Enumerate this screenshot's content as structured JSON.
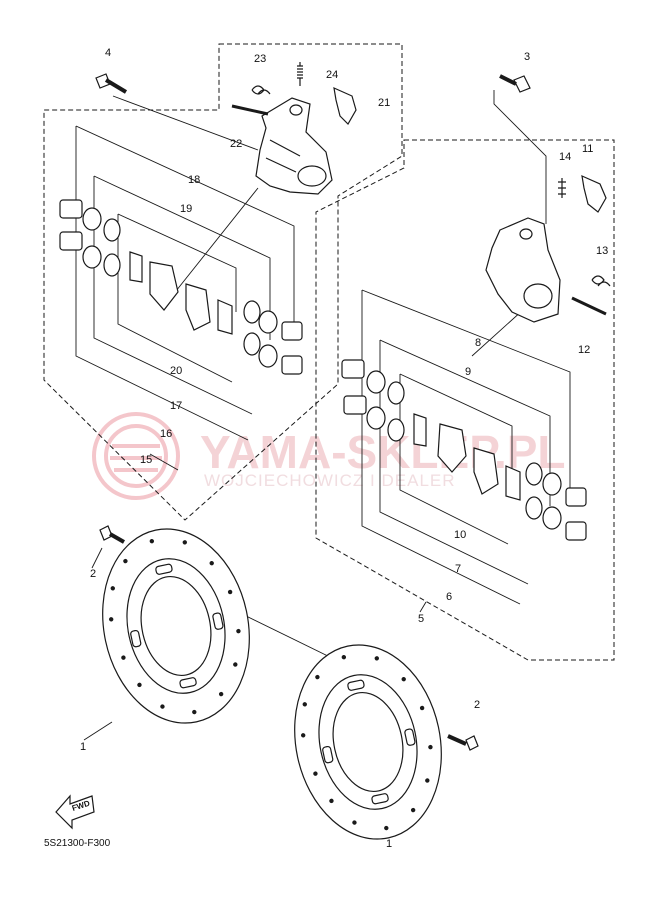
{
  "callouts": {
    "c1a": "1",
    "c1b": "1",
    "c2a": "2",
    "c2b": "2",
    "c3": "3",
    "c4": "4",
    "c5": "5",
    "c6": "6",
    "c7": "7",
    "c8": "8",
    "c9": "9",
    "c10": "10",
    "c11": "11",
    "c12": "12",
    "c13": "13",
    "c14": "14",
    "c15": "15",
    "c16": "16",
    "c17": "17",
    "c18": "18",
    "c19": "19",
    "c20": "20",
    "c21": "21",
    "c22": "22",
    "c23": "23",
    "c24": "24"
  },
  "watermark": {
    "brand": "YAMA-SKLEP.PL",
    "dealer": "WOJCIECHOWICZ I DEALER"
  },
  "fwd_label": "FWD",
  "drawing_ref": "5S21300-F300",
  "colors": {
    "line": "#1a1a1a",
    "watermark": "#f2c9cd",
    "background": "#ffffff"
  }
}
